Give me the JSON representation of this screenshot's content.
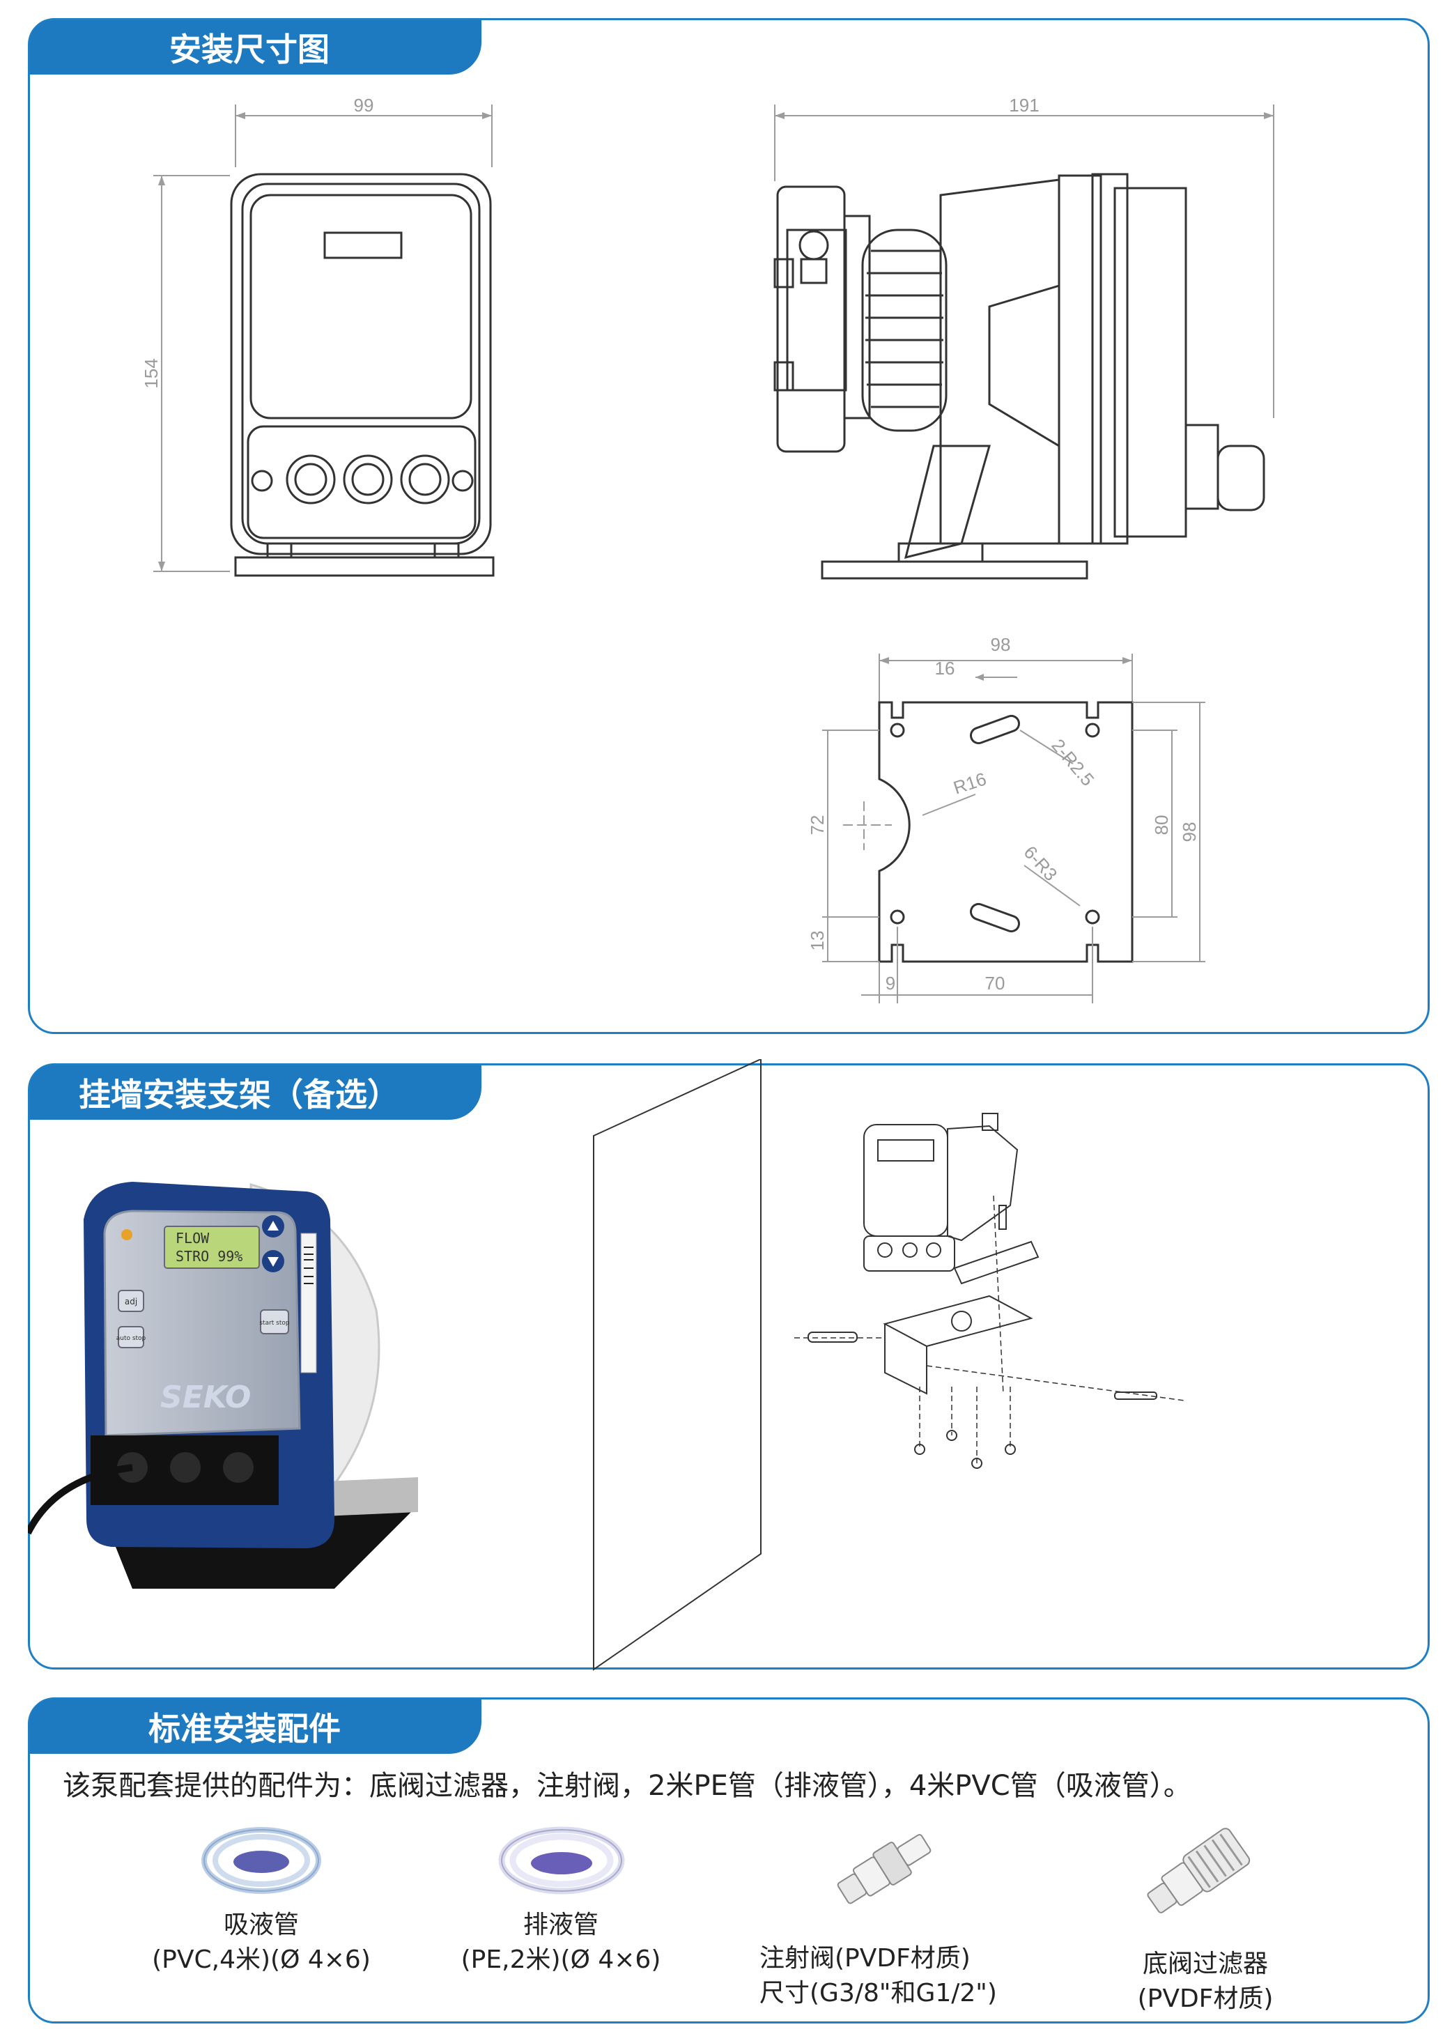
{
  "sections": {
    "dimensions": {
      "title": "安装尺寸图"
    },
    "bracket": {
      "title": "挂墙安装支架（备选）"
    },
    "accessories": {
      "title": "标准安装配件"
    }
  },
  "front_view": {
    "width": "99",
    "height": "154"
  },
  "side_view": {
    "length": "191"
  },
  "plate": {
    "width_top": "98",
    "slot_spacing": "16",
    "slot_radius": "2-R2.5",
    "cutout_radius": "R16",
    "height_mid": "72",
    "height_inner": "80",
    "height_total": "98",
    "hole_radius": "6-R3",
    "offset_bottom": "13",
    "offset_left": "9",
    "width_bottom": "70"
  },
  "product_photo": {
    "brand": "SEKO",
    "display_line1": "FLOW",
    "display_line2": "STRO 99%",
    "btn_adj": "adj",
    "btn_auto": "auto stop",
    "btn_start": "start stop"
  },
  "intro": "该泵配套提供的配件为：底阀过滤器，注射阀，2米PE管（排液管），4米PVC管（吸液管）。",
  "accessories": [
    {
      "line1": "吸液管",
      "line2": "(PVC,4米)(Ø 4×6)",
      "icon": "coiled-tube-icon"
    },
    {
      "line1": "排液管",
      "line2": "(PE,2米)(Ø 4×6)",
      "icon": "coiled-tube-icon"
    },
    {
      "line1": "注射阀(PVDF材质)",
      "line2": "尺寸(G3/8\"和G1/2\")",
      "icon": "injection-valve-icon"
    },
    {
      "line1": "底阀过滤器",
      "line2": "(PVDF材质)",
      "icon": "foot-filter-icon"
    }
  ]
}
